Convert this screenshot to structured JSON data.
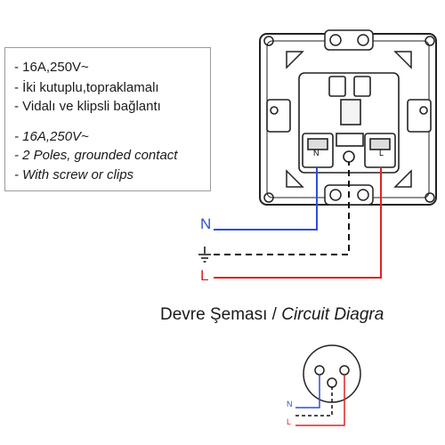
{
  "specs": {
    "tr": [
      "- 16A,250V~",
      "- İki kutuplu,topraklamalı",
      "- Vidalı ve klipsli bağlantı"
    ],
    "en": [
      "- 16A,250V~",
      "- 2 Poles, grounded contact",
      "- With screw or clips"
    ]
  },
  "wires": {
    "neutral": "N",
    "earth": "⏚",
    "live": "L"
  },
  "socket_marks": {
    "left_terminal": "N",
    "right_terminal": "L"
  },
  "circuit": {
    "title_tr": "Devre Şeması",
    "separator": " / ",
    "title_en": "Circuit Diagra",
    "neutral": "N",
    "live": "L"
  },
  "colors": {
    "neutral": "#2e4fd6",
    "earth": "#111111",
    "live": "#e02424",
    "outline": "#222222"
  }
}
